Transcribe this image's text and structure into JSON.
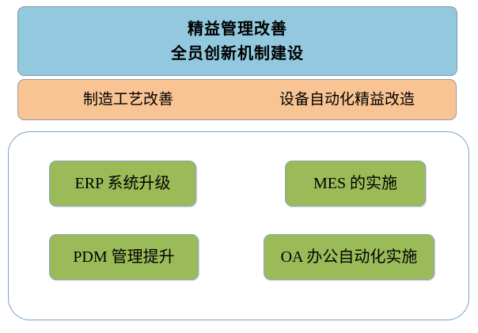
{
  "diagram": {
    "banner_blue": {
      "line1": "精益管理改善",
      "line2": "全员创新机制建设",
      "color": "#92c9de"
    },
    "banner_orange": {
      "left": "制造工艺改善",
      "right": "设备自动化精益改造",
      "color": "#f9c493"
    },
    "panel": {
      "color": "#ffffff",
      "border_color": "#7ba1c4",
      "boxes": [
        {
          "label": "ERP 系统升级",
          "color": "#9bbb59"
        },
        {
          "label": "MES 的实施",
          "color": "#9bbb59"
        },
        {
          "label": "PDM 管理提升",
          "color": "#9bbb59"
        },
        {
          "label": "OA 办公自动化实施",
          "color": "#9bbb59"
        }
      ]
    }
  }
}
